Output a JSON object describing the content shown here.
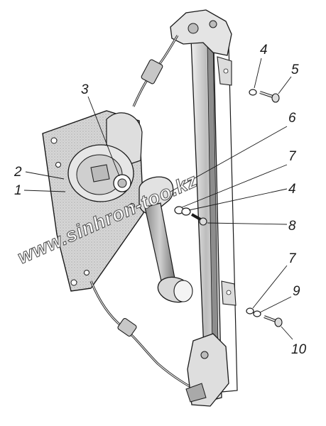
{
  "diagram": {
    "callouts": [
      {
        "id": "label-1",
        "text": "1"
      },
      {
        "id": "label-2",
        "text": "2"
      },
      {
        "id": "label-3",
        "text": "3"
      },
      {
        "id": "label-4-top",
        "text": "4"
      },
      {
        "id": "label-5",
        "text": "5"
      },
      {
        "id": "label-6",
        "text": "6"
      },
      {
        "id": "label-7-mid",
        "text": "7"
      },
      {
        "id": "label-4-mid",
        "text": "4"
      },
      {
        "id": "label-8",
        "text": "8"
      },
      {
        "id": "label-7-low",
        "text": "7"
      },
      {
        "id": "label-9",
        "text": "9"
      },
      {
        "id": "label-10",
        "text": "10"
      }
    ],
    "watermark": "www.sinhron-too.kz",
    "colors": {
      "ink": "#1a1a1a",
      "metal": "#d9d9d9",
      "shade": "#a8a8a8",
      "plate": "#cfcfcf"
    }
  }
}
